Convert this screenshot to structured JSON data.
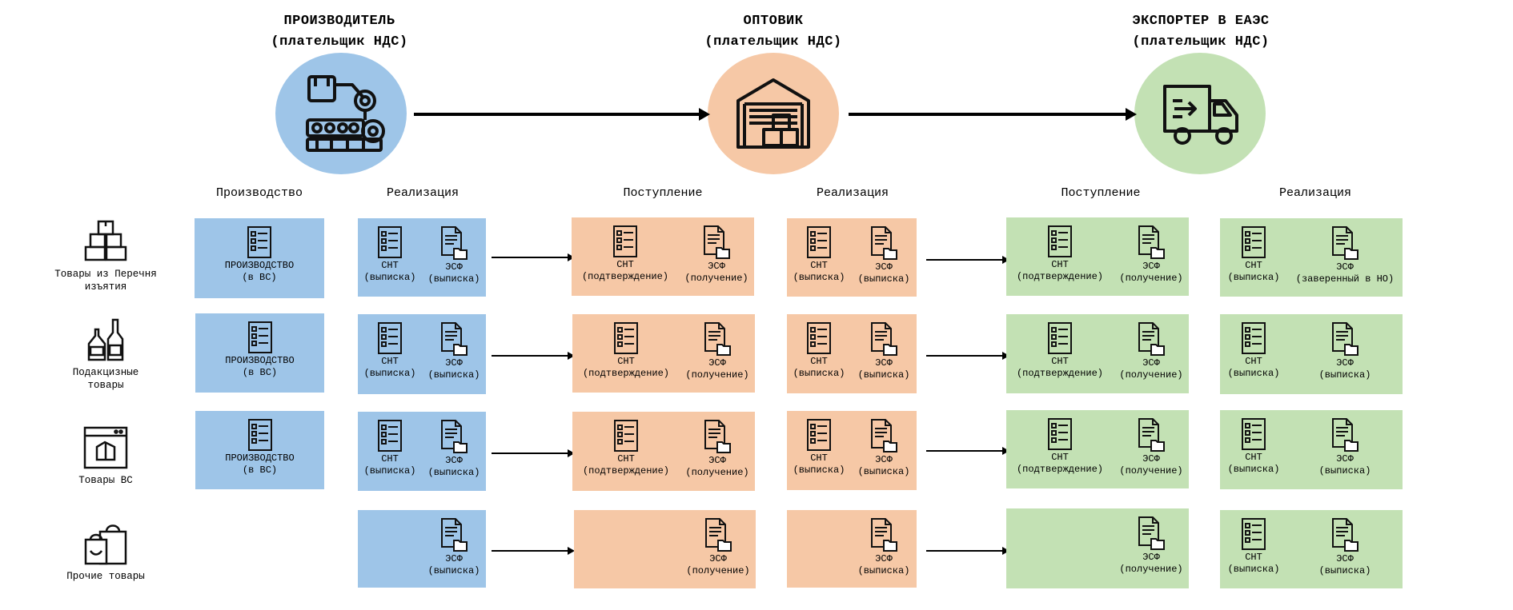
{
  "actors": [
    {
      "title_line1": "ПРОИЗВОДИТЕЛЬ",
      "title_line2": "(плательщик НДС)",
      "color": "#9ec5e8",
      "icon": "factory-robot-arm-icon"
    },
    {
      "title_line1": "ОПТОВИК",
      "title_line2": "(плательщик НДС)",
      "color": "#f6c8a6",
      "icon": "warehouse-icon"
    },
    {
      "title_line1": "ЭКСПОРТЕР В ЕАЭС",
      "title_line2": "(плательщик НДС)",
      "color": "#c3e1b4",
      "icon": "delivery-truck-icon"
    }
  ],
  "columns": {
    "production": "Производство",
    "sale1": "Реализация",
    "receipt2": "Поступление",
    "sale2": "Реализация",
    "receipt3": "Поступление",
    "sale3": "Реализация"
  },
  "categories": [
    {
      "label": "Товары из Перечня\nизъятия",
      "icon": "boxes-icon"
    },
    {
      "label": "Подакцизные\nтовары",
      "icon": "bottles-icon"
    },
    {
      "label": "Товары ВС",
      "icon": "box-window-icon"
    },
    {
      "label": "Прочие товары",
      "icon": "shopping-bags-icon"
    }
  ],
  "labels": {
    "prod_line1": "ПРОИЗВОДСТВО",
    "prod_line2": "(в ВС)",
    "snt": "СНТ",
    "esf": "ЭСФ",
    "issue": "(выписка)",
    "confirm": "(подтверждение)",
    "receive": "(получение)",
    "certified": "(заверенный в НО)"
  }
}
